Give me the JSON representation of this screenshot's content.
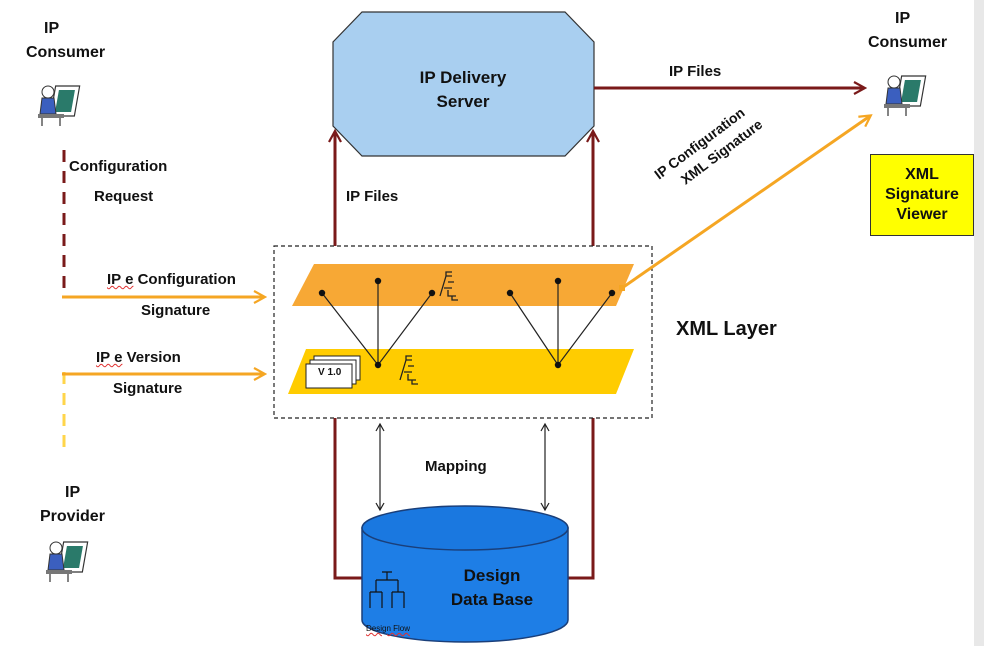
{
  "consumer_left": {
    "line1": "IP",
    "line2": "Consumer"
  },
  "consumer_right": {
    "line1": "IP",
    "line2": "Consumer"
  },
  "provider": {
    "line1": "IP",
    "line2": "Provider"
  },
  "delivery_server": {
    "line1": "IP Delivery",
    "line2": "Server"
  },
  "config_request": {
    "line1": "Configuration",
    "line2": "Request"
  },
  "ip_files_up": "IP Files",
  "ip_files_top": "IP Files",
  "config_signature": {
    "line1_a": "IP e",
    "line1_b": "Configuration",
    "line2": "Signature"
  },
  "version_signature": {
    "line1_a": "IP e",
    "line1_b": "Version",
    "line2": "Signature"
  },
  "diagonal_label": {
    "line1": "IP Configuration",
    "line2": "XML Signature"
  },
  "signature_viewer": {
    "line1": "XML",
    "line2": "Signature",
    "line3": "Viewer"
  },
  "xml_layer": "XML Layer",
  "version_tag": "V 1.0",
  "mapping": "Mapping",
  "database": {
    "line1": "Design",
    "line2": "Data Base",
    "footer": "Design Flow"
  },
  "colors": {
    "server_fill": "#a9cff0",
    "dark_red": "#7a1a1a",
    "orange": "#f5a623",
    "layer_orange": "#f7a835",
    "layer_yellow": "#ffcc00",
    "db_blue": "#1e7ee6",
    "viewer_yellow": "#ffff00"
  }
}
